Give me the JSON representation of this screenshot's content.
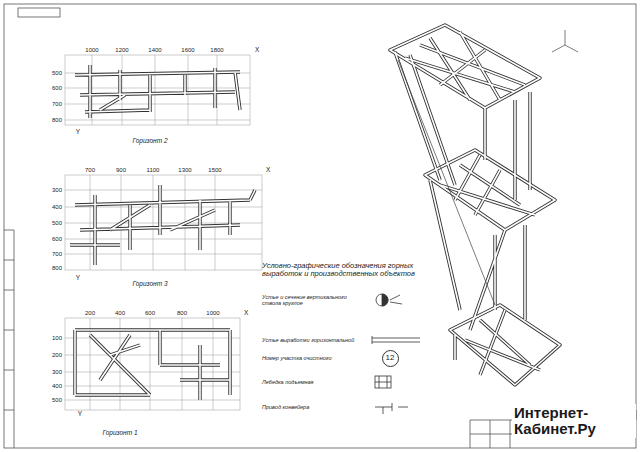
{
  "diagram": {
    "nodes": [
      {
        "text": [
          "12"
        ]
      }
    ],
    "labels": [
      "1000",
      "1200",
      "1400",
      "1600",
      "1800",
      "X",
      "500",
      "600",
      "700",
      "800",
      "Y",
      "Горизонт 2",
      "700",
      "900",
      "1100",
      "1300",
      "1500",
      "X",
      "300",
      "400",
      "500",
      "600",
      "700",
      "800",
      "Y",
      "Горизонт 3",
      "200",
      "400",
      "600",
      "800",
      "1000",
      "X",
      "100",
      "200",
      "300",
      "400",
      "500",
      "Y",
      "Горизонт 1",
      "Условно-графические обозначения горных выработок и производственных объектов",
      "Интернет-Кабинет.Ру"
    ],
    "legend": [
      {
        "text": "Устье и сечение вертикального ствола круглое"
      },
      {
        "text": "Устье выработки горизонтальной"
      },
      {
        "text": "Номер участка очистного"
      },
      {
        "text": "Лебедка подъемная"
      },
      {
        "text": "Привод конвейера"
      }
    ]
  }
}
